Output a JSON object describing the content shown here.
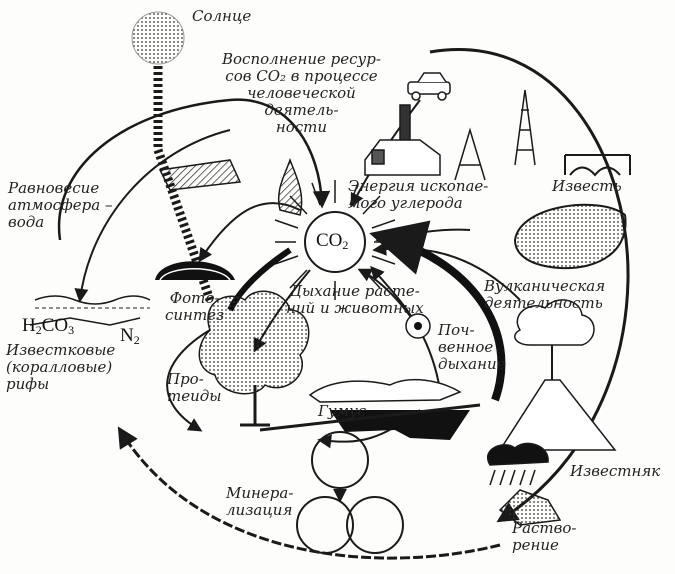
{
  "labels": {
    "sun": "Солнце",
    "replenish": "Восполнение ресур-\nсов CO₂ в процессе\nчеловеческой\nдеятель-\nности",
    "balance": "Равновесие\nатмосфера –\nвода",
    "fossil": "Энергия ископае-\nмого углерода",
    "lime": "Известь",
    "volcanic": "Вулканическая\nдеятельность",
    "photo": "Фото-\nсинтез",
    "respiration": "Дыхание расте-\nний и животных",
    "soil": "Поч-\nвенное\nдыхание",
    "reefs": "Известковые\n(коралловые)\nрифы",
    "proteins": "Про-\nтеиды",
    "humus": "Гумус",
    "limestone": "Известняк",
    "mineral": "Минера-\nлизация",
    "dissolve": "Раство-\nрение",
    "n2": "N",
    "n2_sub": "2",
    "co2": "CO",
    "co2_sub": "2",
    "h2co3_a": "H",
    "h2co3_sub": "2",
    "h2co3_b": "CO",
    "h2co3_sub2": "3"
  }
}
